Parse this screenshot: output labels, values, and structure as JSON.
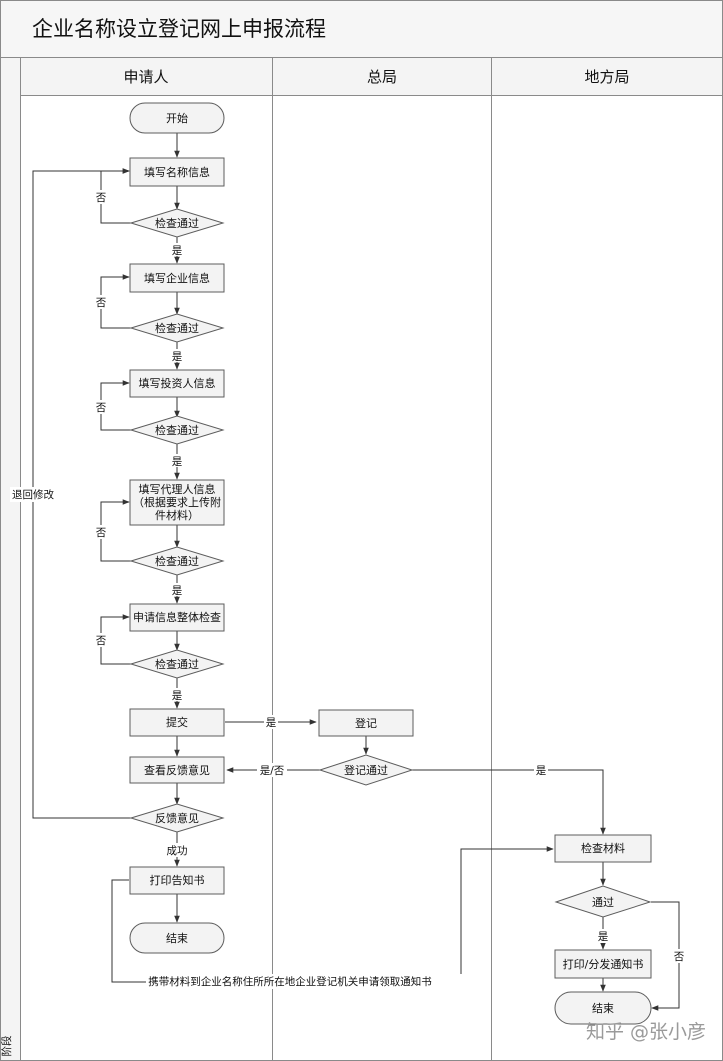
{
  "title": "企业名称设立登记网上申报流程",
  "phase_label": "阶段",
  "lanes": {
    "applicant": "申请人",
    "headquarters": "总局",
    "local": "地方局"
  },
  "nodes": {
    "start": "开始",
    "fill_name": "填写名称信息",
    "check1": "检查通过",
    "fill_company": "填写企业信息",
    "check2": "检查通过",
    "fill_investor": "填写投资人信息",
    "check3": "检查通过",
    "fill_agent_l1": "填写代理人信息",
    "fill_agent_l2": "（根据要求上传附",
    "fill_agent_l3": "件材料）",
    "check4": "检查通过",
    "overall_check": "申请信息整体检查",
    "check5": "检查通过",
    "submit": "提交",
    "register": "登记",
    "view_feedback": "查看反馈意见",
    "register_pass": "登记通过",
    "feedback": "反馈意见",
    "print_notice": "打印告知书",
    "end1": "结束",
    "check_materials": "检查材料",
    "pass": "通过",
    "print_distribute": "打印/分发通知书",
    "end2": "结束"
  },
  "labels": {
    "yes": "是",
    "no": "否",
    "yes_no": "是/否",
    "success": "成功",
    "return_modify": "退回修改",
    "carry_materials": "携带材料到企业名称住所所在地企业登记机关申请领取通知书"
  },
  "watermark": "知乎 @张小彦"
}
